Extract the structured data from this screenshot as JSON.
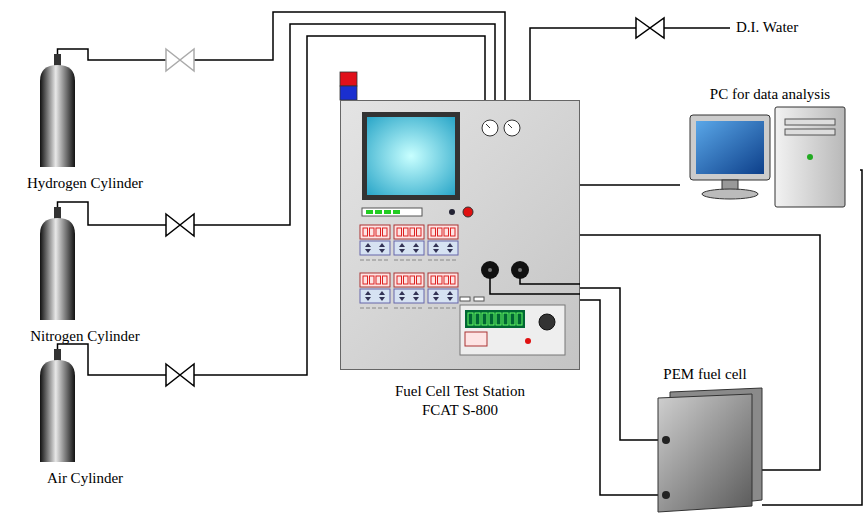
{
  "diagram": {
    "nodes": [
      {
        "text": [
          "Hydrogen Cylinder"
        ]
      },
      {
        "text": [
          "Nitrogen Cylinder"
        ]
      },
      {
        "text": [
          "Air Cylinder"
        ]
      },
      {
        "text": [
          "Fuel Cell Test Station FCAT S-800"
        ]
      },
      {
        "text": [
          "PC for data analysis"
        ]
      },
      {
        "text": [
          "PEM fuel cell"
        ]
      }
    ],
    "edges": [
      {
        "from": 0,
        "to": 3,
        "arrow": "none"
      },
      {
        "from": 1,
        "to": 3,
        "arrow": "none"
      },
      {
        "from": 2,
        "to": 3,
        "arrow": "none"
      },
      {
        "from": 3,
        "to": 4,
        "arrow": "none"
      },
      {
        "from": 3,
        "to": 5,
        "arrow": "none"
      },
      {
        "from": 3,
        "to": 5,
        "arrow": "none"
      },
      {
        "from": 3,
        "to": 5,
        "arrow": "none"
      },
      {
        "from": 4,
        "to": 5,
        "arrow": "none"
      }
    ],
    "labels": [
      "D.I. Water"
    ]
  }
}
